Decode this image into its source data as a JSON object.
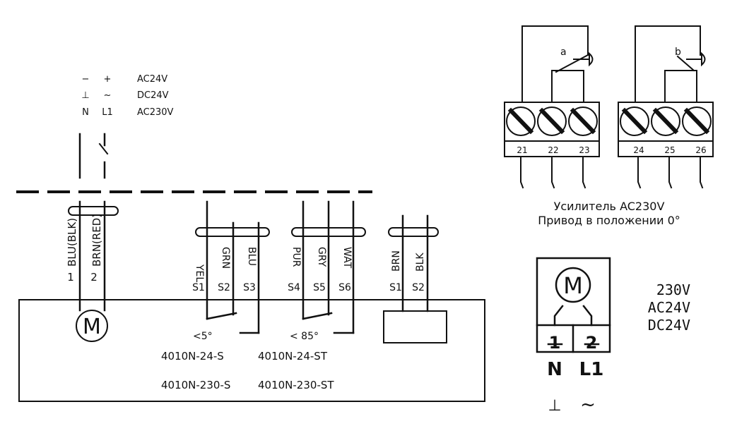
{
  "supply_legend": {
    "row1": {
      "left": "−",
      "right": "+",
      "voltage": "AC24V"
    },
    "row2": {
      "left": "⊥",
      "right": "~",
      "voltage": "DC24V"
    },
    "row3": {
      "left": "N",
      "right": "L1",
      "voltage": "AC230V"
    }
  },
  "power_cable": {
    "wire1_color": "BLU(BLK)",
    "wire1_number": "1",
    "wire2_color": "BRN(RED)",
    "wire2_number": "2",
    "motor_symbol": "M"
  },
  "switch_group_1": {
    "wires": [
      "YEL",
      "GRN",
      "BLU"
    ],
    "terminals": [
      "S1",
      "S2",
      "S3"
    ],
    "angle": "<5°"
  },
  "switch_group_2": {
    "wires": [
      "PUR",
      "GRY",
      "WAT"
    ],
    "terminals": [
      "S4",
      "S5",
      "S6"
    ],
    "angle": "< 85°"
  },
  "feedback_group": {
    "wires": [
      "BRN",
      "BLK"
    ],
    "terminals": [
      "S1",
      "S2"
    ]
  },
  "models": {
    "m1": "4010N-24-S",
    "m2": "4010N-24-ST",
    "m3": "4010N-230-S",
    "m4": "4010N-230-ST"
  },
  "relay_terminals": {
    "contact_a": "a",
    "contact_b": "b",
    "block1": [
      "21",
      "22",
      "23"
    ],
    "block2": [
      "24",
      "25",
      "26"
    ],
    "caption_line1": "Усилитель AC230V",
    "caption_line2": "Привод в положении 0°"
  },
  "motor_terminal": {
    "motor_symbol": "M",
    "pin1": "1",
    "pin2": "2",
    "pin1_label": "N",
    "pin2_label": "L1",
    "pin1_symbol": "⊥",
    "pin2_symbol": "~",
    "voltages": [
      "230V",
      "AC24V",
      "DC24V"
    ]
  },
  "colors": {
    "ink": "#111111",
    "background": "#ffffff"
  }
}
